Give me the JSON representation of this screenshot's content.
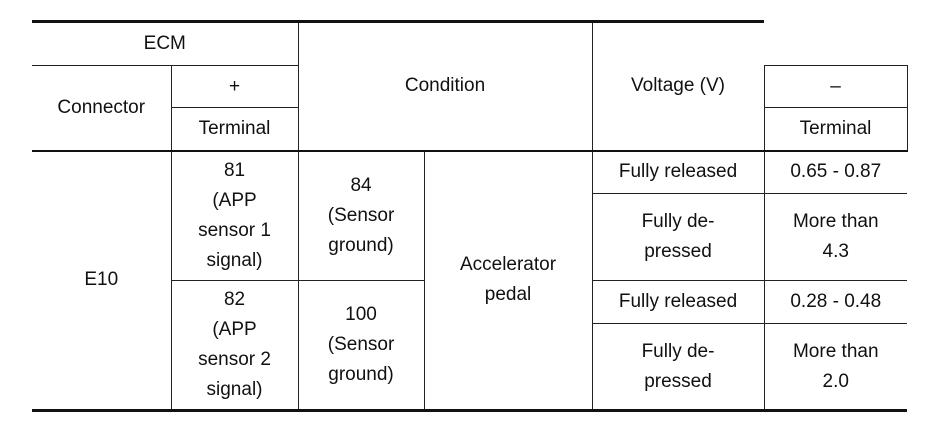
{
  "table": {
    "header": {
      "ecm": "ECM",
      "connector": "Connector",
      "plus": "+",
      "minus": "–",
      "terminal_plus": "Terminal",
      "terminal_minus": "Terminal",
      "condition": "Condition",
      "voltage": "Voltage (V)"
    },
    "connector_value": "E10",
    "condition_item": "Accelerator\npedal",
    "sensors": [
      {
        "plus_terminal": "81\n(APP\nsensor 1\nsignal)",
        "minus_terminal": "84\n(Sensor\nground)",
        "states": [
          {
            "condition": "Fully released",
            "voltage": "0.65 - 0.87"
          },
          {
            "condition": "Fully de-\npressed",
            "voltage": "More than\n4.3"
          }
        ]
      },
      {
        "plus_terminal": "82\n(APP\nsensor 2\nsignal)",
        "minus_terminal": "100\n(Sensor\nground)",
        "states": [
          {
            "condition": "Fully released",
            "voltage": "0.28 - 0.48"
          },
          {
            "condition": "Fully de-\npressed",
            "voltage": "More than\n2.0"
          }
        ]
      }
    ]
  }
}
